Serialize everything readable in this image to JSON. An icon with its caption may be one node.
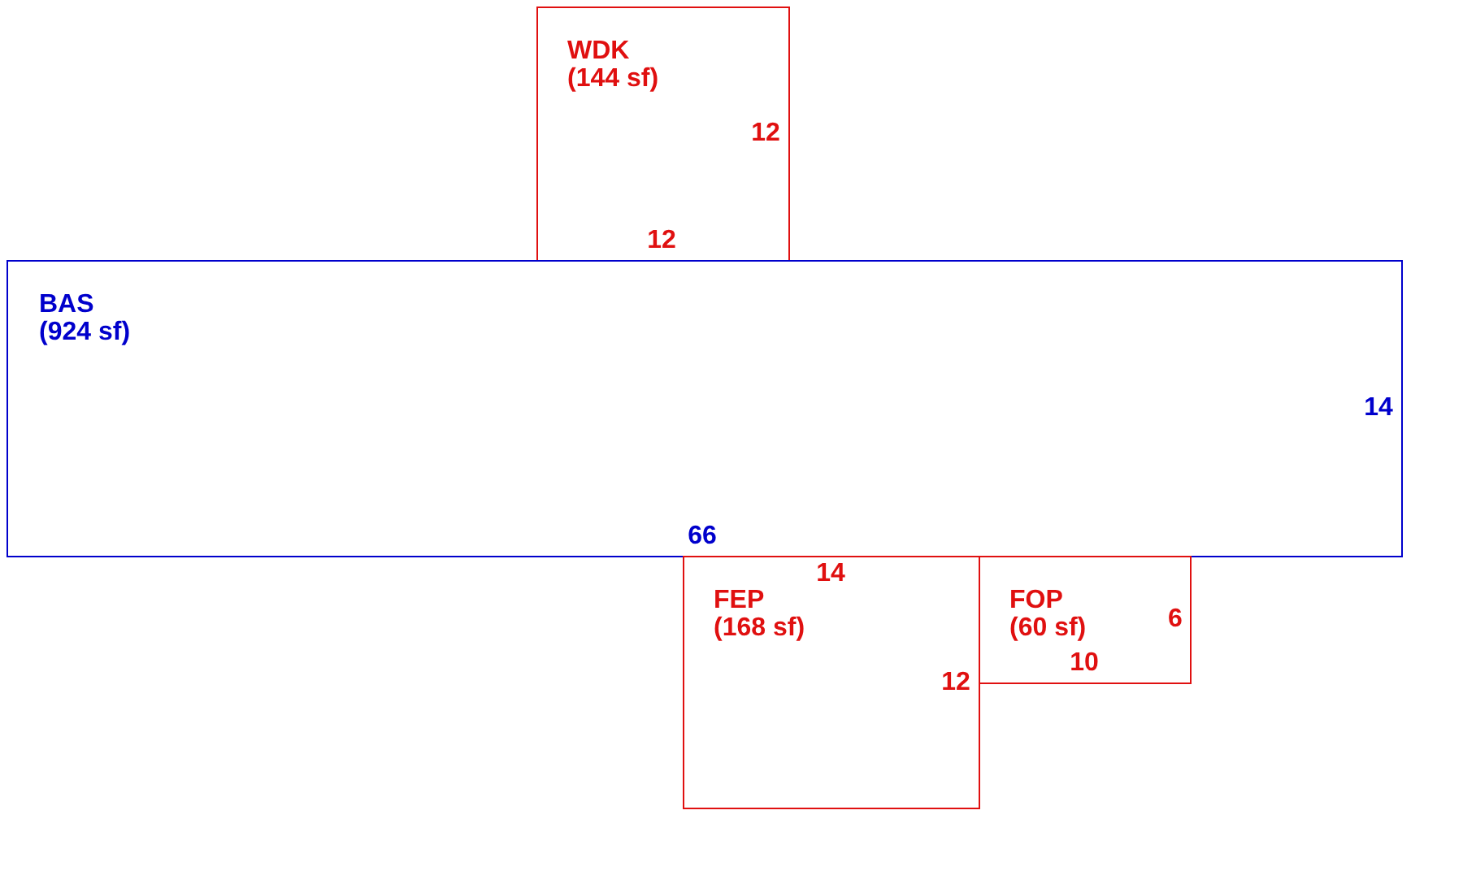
{
  "diagram": {
    "nodes": [
      {
        "text": [
          "WDK",
          "(144 sf)"
        ]
      },
      {
        "text": [
          "BAS",
          "(924 sf)"
        ]
      },
      {
        "text": [
          "FEP",
          "(168 sf)"
        ]
      },
      {
        "text": [
          "FOP",
          "(60 sf)"
        ]
      }
    ],
    "labels": [
      "12",
      "12",
      "14",
      "66",
      "14",
      "6",
      "10",
      "12"
    ]
  }
}
